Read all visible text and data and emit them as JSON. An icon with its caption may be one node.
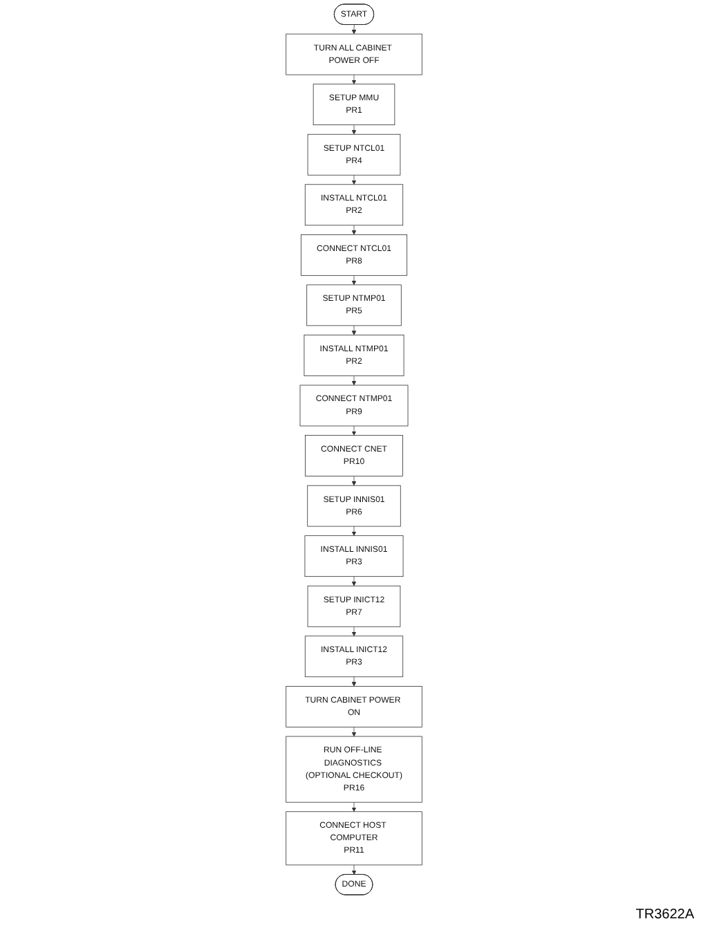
{
  "diagram": {
    "nodes": [
      {
        "text": [
          "START"
        ]
      },
      {
        "text": [
          "TURN ALL CABINET POWER OFF"
        ]
      },
      {
        "text": [
          "SETUP MMU",
          "PR1"
        ]
      },
      {
        "text": [
          "SETUP NTCL01",
          "PR4"
        ]
      },
      {
        "text": [
          "INSTALL NTCL01",
          "PR2"
        ]
      },
      {
        "text": [
          "CONNECT NTCL01",
          "PR8"
        ]
      },
      {
        "text": [
          "SETUP NTMP01",
          "PR5"
        ]
      },
      {
        "text": [
          "INSTALL NTMP01",
          "PR2"
        ]
      },
      {
        "text": [
          "CONNECT NTMP01",
          "PR9"
        ]
      },
      {
        "text": [
          "CONNECT CNET",
          "PR10"
        ]
      },
      {
        "text": [
          "SETUP INNIS01",
          "PR6"
        ]
      },
      {
        "text": [
          "INSTALL INNIS01",
          "PR3"
        ]
      },
      {
        "text": [
          "SETUP INICT12",
          "PR7"
        ]
      },
      {
        "text": [
          "INSTALL INICT12",
          "PR3"
        ]
      },
      {
        "text": [
          "TURN CABINET POWER ON"
        ]
      },
      {
        "text": [
          "RUN OFF-LINE DIAGNOSTICS (OPTIONAL CHECKOUT)",
          "PR16"
        ]
      },
      {
        "text": [
          "CONNECT HOST COMPUTER",
          "PR11"
        ]
      },
      {
        "text": [
          "DONE"
        ]
      }
    ],
    "edges": [
      {
        "from": 0,
        "to": 1,
        "arrow": "to"
      },
      {
        "from": 1,
        "to": 2,
        "arrow": "to"
      },
      {
        "from": 2,
        "to": 3,
        "arrow": "to"
      },
      {
        "from": 3,
        "to": 4,
        "arrow": "to"
      },
      {
        "from": 4,
        "to": 5,
        "arrow": "to"
      },
      {
        "from": 5,
        "to": 6,
        "arrow": "to"
      },
      {
        "from": 6,
        "to": 7,
        "arrow": "to"
      },
      {
        "from": 7,
        "to": 8,
        "arrow": "to"
      },
      {
        "from": 8,
        "to": 9,
        "arrow": "to"
      },
      {
        "from": 9,
        "to": 10,
        "arrow": "to"
      },
      {
        "from": 10,
        "to": 11,
        "arrow": "to"
      },
      {
        "from": 11,
        "to": 12,
        "arrow": "to"
      },
      {
        "from": 12,
        "to": 13,
        "arrow": "to"
      },
      {
        "from": 13,
        "to": 14,
        "arrow": "to"
      },
      {
        "from": 14,
        "to": 15,
        "arrow": "to"
      },
      {
        "from": 15,
        "to": 16,
        "arrow": "to"
      },
      {
        "from": 16,
        "to": 17,
        "arrow": "to"
      }
    ],
    "labels": [
      "TR3622A"
    ]
  }
}
